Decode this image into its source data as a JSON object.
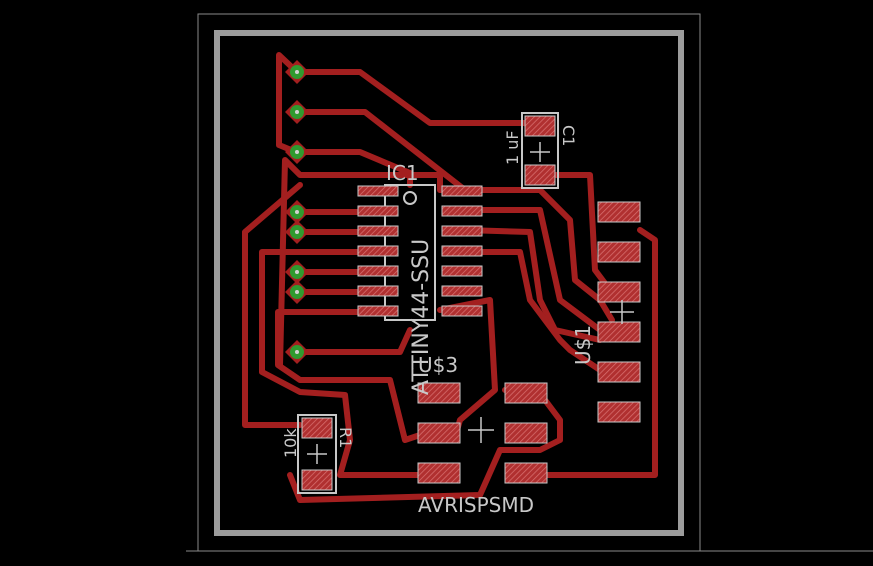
{
  "colors": {
    "background": "#000000",
    "outline": "#9c9c9c",
    "trace": "#a31f1f",
    "pad": "#c04040",
    "via": "#2f9a2f",
    "silkscreen": "#c8c8c8"
  },
  "labels": {
    "ic1": "IC1",
    "ic1_value": "ATTINY44-SSU",
    "c1": "C1",
    "c1_value": "1 uF",
    "r1": "R1",
    "r1_value": "10k",
    "u1": "U$1",
    "u3": "U$3",
    "avrisp": "AVRISPSMD"
  }
}
